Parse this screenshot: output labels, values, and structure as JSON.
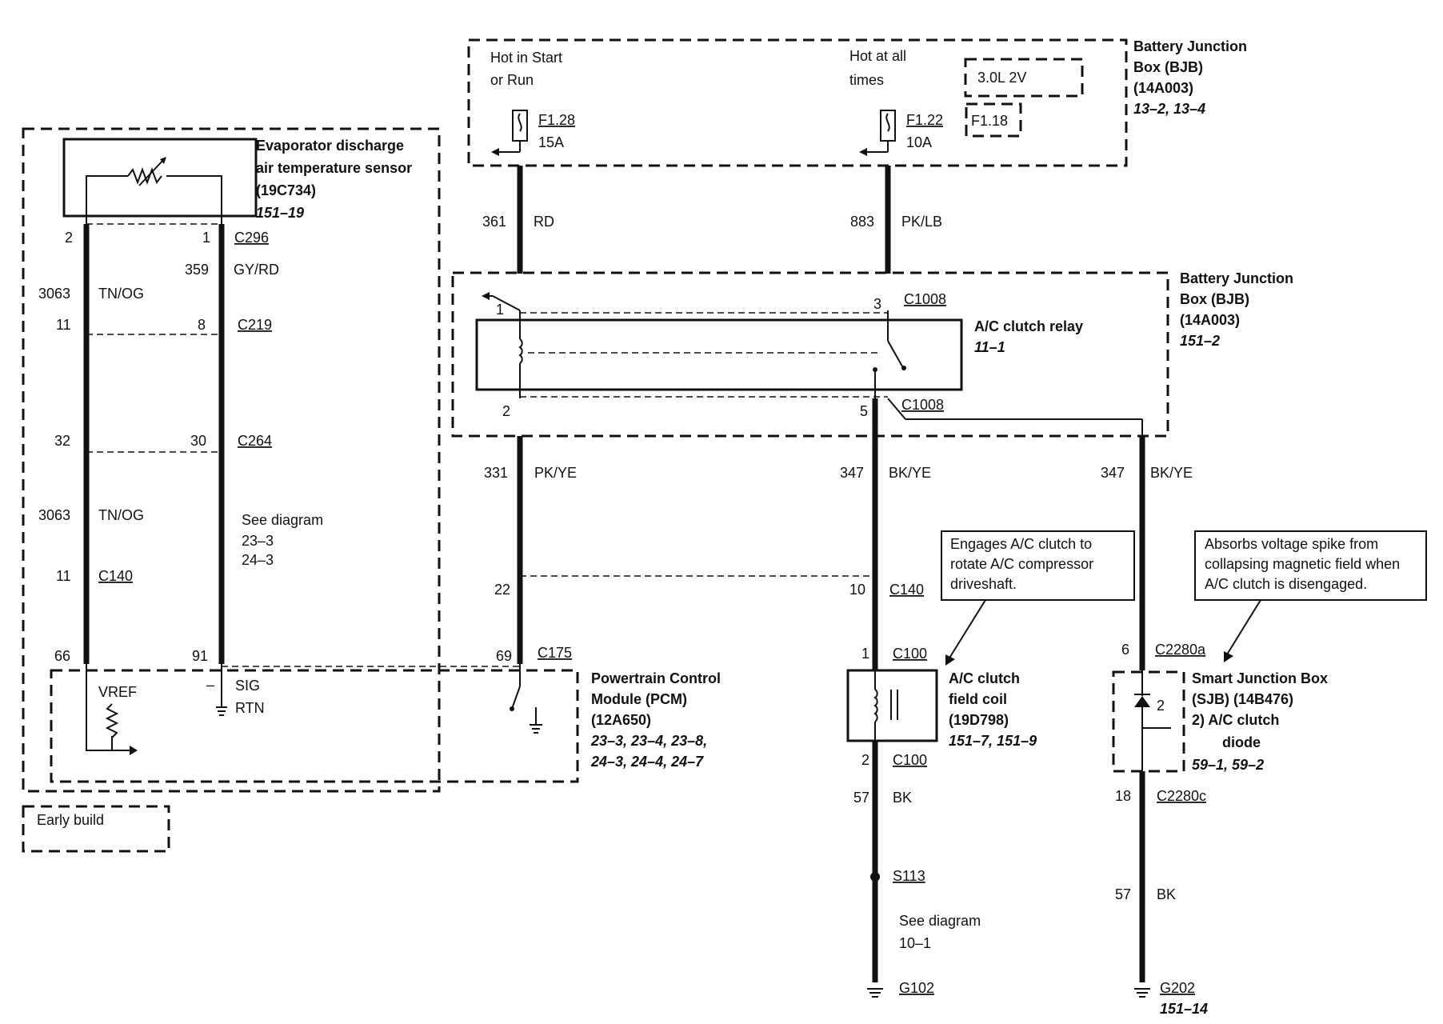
{
  "bjb_top": {
    "title_line1": "Battery Junction",
    "title_line2": "Box (BJB)",
    "part": "(14A003)",
    "refs": "13–2, 13–4",
    "hot_start_line1": "Hot in Start",
    "hot_start_line2": "or Run",
    "hot_all_line1": "Hot at all",
    "hot_all_line2": "times",
    "variant": "3.0L 2V",
    "fuse_a_name": "F1.28",
    "fuse_a_amp": "15A",
    "fuse_b_name": "F1.22",
    "fuse_b_amp": "10A",
    "fuse_c_name": "F1.18"
  },
  "bjb_relay": {
    "title_line1": "Battery Junction",
    "title_line2": "Box (BJB)",
    "part": "(14A003)",
    "refs": "151–2",
    "relay_name": "A/C clutch relay",
    "relay_ref": "11–1",
    "pin1": "1",
    "pin2": "2",
    "pin3": "3",
    "pin5": "5",
    "conn_top": "C1008",
    "conn_bottom": "C1008"
  },
  "sensor": {
    "title_line1": "Evaporator discharge",
    "title_line2": "air temperature sensor",
    "part": "(19C734)",
    "refs": "151–19"
  },
  "left_wires": {
    "pin_2": "2",
    "pin_1": "1",
    "c296": "C296",
    "circuit_359": "359",
    "color_gyrd": "GY/RD",
    "circuit_3063_a": "3063",
    "color_tnog_a": "TN/OG",
    "pin_11_a": "11",
    "pin_8": "8",
    "c219": "C219",
    "pin_32": "32",
    "pin_30": "30",
    "c264": "C264",
    "circuit_3063_b": "3063",
    "color_tnog_b": "TN/OG",
    "see_diagram": "See diagram",
    "see_ref1": "23–3",
    "see_ref2": "24–3",
    "pin_11_b": "11",
    "c140": "C140",
    "pin_66": "66",
    "pin_91": "91"
  },
  "pcm": {
    "title_line1": "Powertrain Control",
    "title_line2": "Module (PCM)",
    "part": "(12A650)",
    "refs_line1": "23–3, 23–4, 23–8,",
    "refs_line2": "24–3, 24–4, 24–7",
    "vref": "VREF",
    "sig": "SIG",
    "rtn": "RTN",
    "pin_69": "69",
    "c175": "C175"
  },
  "center_wires": {
    "circuit_361": "361",
    "color_rd": "RD",
    "circuit_883": "883",
    "color_pklb": "PK/LB",
    "circuit_331": "331",
    "color_pkye": "PK/YE",
    "circuit_347_a": "347",
    "color_bkye_a": "BK/YE",
    "circuit_347_b": "347",
    "color_bkye_b": "BK/YE",
    "pin_22": "22",
    "pin_10": "10",
    "c140": "C140"
  },
  "clutch": {
    "note_line1": "Engages A/C clutch to",
    "note_line2": "rotate A/C compressor",
    "note_line3": "driveshaft.",
    "title_line1": "A/C clutch",
    "title_line2": "field coil",
    "part": "(19D798)",
    "refs": "151–7, 151–9",
    "pin_1": "1",
    "c100_top": "C100",
    "pin_2": "2",
    "c100_bottom": "C100",
    "circuit_57": "57",
    "color_bk": "BK",
    "splice": "S113",
    "see_diagram": "See diagram",
    "see_ref": "10–1",
    "ground": "G102"
  },
  "sjb": {
    "note_line1": "Absorbs voltage spike from",
    "note_line2": "collapsing magnetic field when",
    "note_line3": "A/C clutch is disengaged.",
    "title_line1": "Smart Junction Box",
    "title_line2": "(SJB) (14B476)",
    "item": "2)   A/C clutch",
    "item_line2": "diode",
    "refs": "59–1, 59–2",
    "diode_num": "2",
    "pin_6": "6",
    "c2280a": "C2280a",
    "pin_18": "18",
    "c2280c": "C2280c",
    "circuit_57": "57",
    "color_bk": "BK",
    "ground": "G202",
    "ground_ref": "151–14"
  },
  "legend": {
    "early_build": "Early build"
  }
}
